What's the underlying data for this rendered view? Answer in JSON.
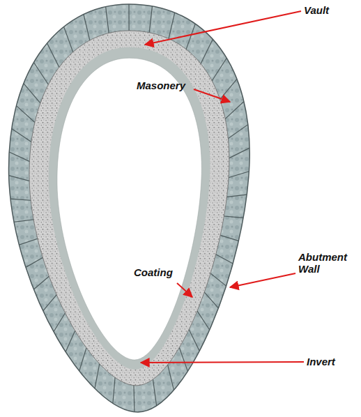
{
  "diagram": {
    "labels": [
      "Vault",
      "Masonery",
      "Abutment Wall",
      "Coating",
      "Invert"
    ]
  }
}
